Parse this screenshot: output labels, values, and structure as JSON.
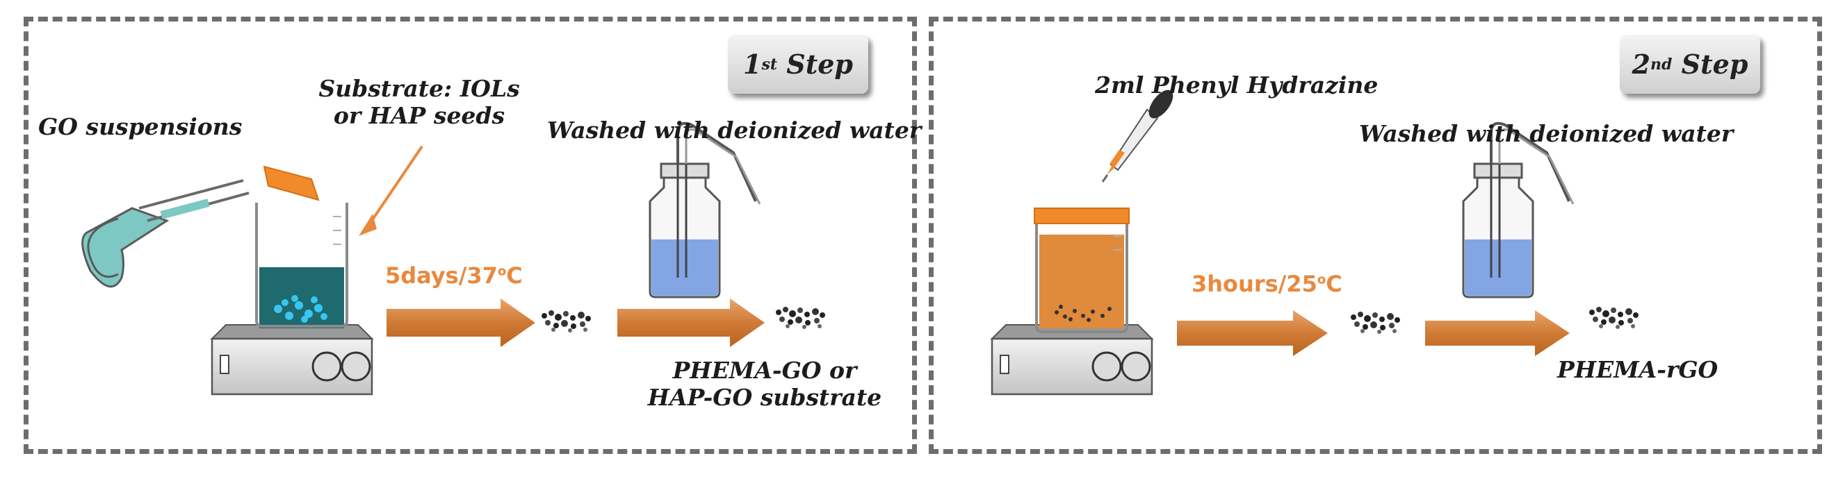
{
  "steps": [
    {
      "badge_num": "1",
      "badge_sup": "st",
      "badge_word": "Step",
      "reagent_label": "GO suspensions",
      "substrate_label_line1": "Substrate: IOLs",
      "substrate_label_line2": "or HAP seeds",
      "wash_label": "Washed with deionized water",
      "condition_main": "5days/37",
      "condition_sup": "o",
      "condition_unit": "C",
      "product_line1": "PHEMA-GO or",
      "product_line2": "HAP-GO substrate"
    },
    {
      "badge_num": "2",
      "badge_sup": "nd",
      "badge_word": "Step",
      "reagent_label": "2ml Phenyl Hydrazine",
      "wash_label": "Washed with deionized water",
      "condition_main": "3hours/25",
      "condition_sup": "o",
      "condition_unit": "C",
      "product_line1": "PHEMA-rGO"
    }
  ],
  "colors": {
    "arrow": "#d98a49",
    "go_liquid": "#7ec8c3",
    "beaker1_liquid": "#1f6a6f",
    "beaker2_liquid": "#e08a3c",
    "wash_liquid": "#6f97e0",
    "border": "#6d6d6d"
  }
}
